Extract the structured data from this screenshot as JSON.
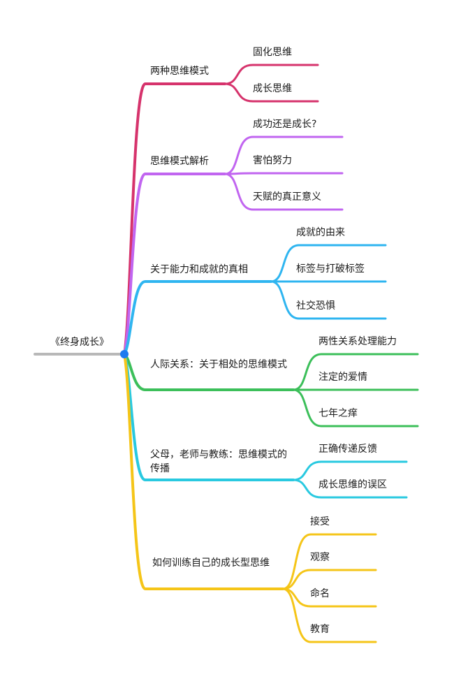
{
  "root": {
    "label": "《终身成长》"
  },
  "branches": [
    {
      "label": "两种思维模式",
      "color": "#d6336c",
      "children": [
        "固化思维",
        "成长思维"
      ]
    },
    {
      "label": "思维模式解析",
      "color": "#c165f0",
      "children": [
        "成功还是成长?",
        "害怕努力",
        "天赋的真正意义"
      ]
    },
    {
      "label": "关于能力和成就的真相",
      "color": "#2fb5f0",
      "children": [
        "成就的由来",
        "标签与打破标签",
        "社交恐惧"
      ]
    },
    {
      "label": "人际关系：关于相处的思维模式",
      "color": "#3cbf5a",
      "children": [
        "两性关系处理能力",
        "注定的爱情",
        "七年之痒"
      ]
    },
    {
      "label": "父母，老师与教练：思维模式的传播",
      "color": "#29c9e0",
      "children": [
        "正确传递反馈",
        "成长思维的误区"
      ]
    },
    {
      "label": "如何训练自己的成长型思维",
      "color": "#f5c518",
      "children": [
        "接受",
        "观察",
        "命名",
        "教育"
      ]
    }
  ]
}
